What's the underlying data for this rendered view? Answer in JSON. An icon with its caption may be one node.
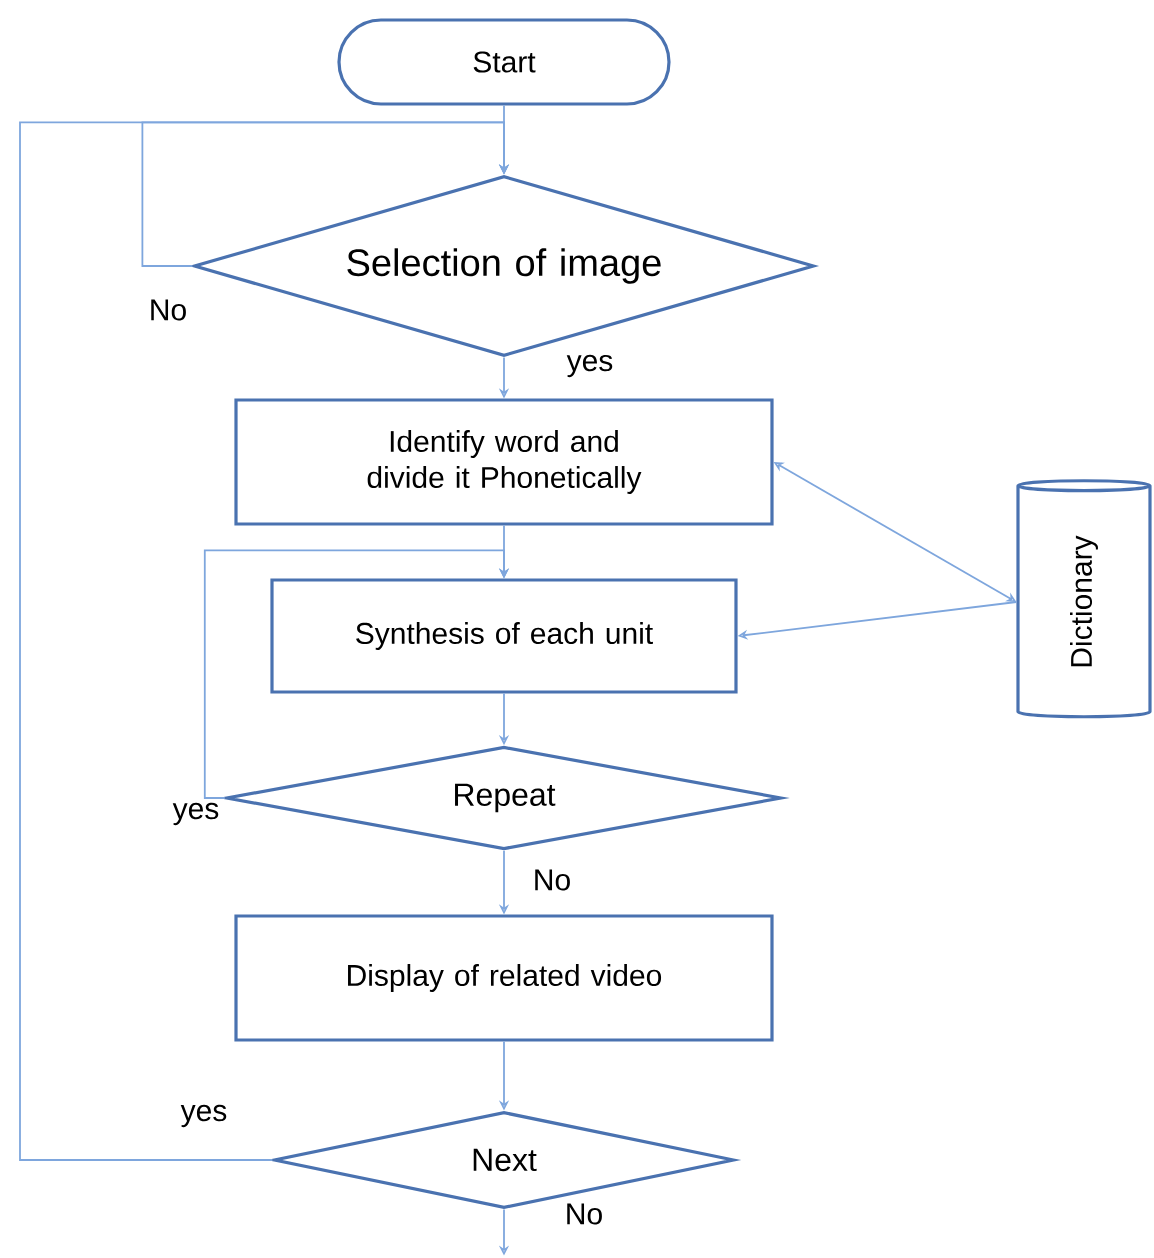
{
  "diagram": {
    "nodes": [
      {
        "text": [
          "Start"
        ]
      },
      {
        "text": [
          "Selection of image"
        ]
      },
      {
        "text": [
          "Identify word and divide it Phonetically"
        ]
      },
      {
        "text": [
          "Synthesis of each unit"
        ]
      },
      {
        "text": [
          "Repeat"
        ]
      },
      {
        "text": [
          "Display of related video"
        ]
      },
      {
        "text": [
          "Next"
        ]
      },
      {
        "text": [
          "Dictionary"
        ]
      }
    ],
    "edges": [
      {
        "from": 0,
        "to": 1,
        "arrow": "to"
      },
      {
        "from": 1,
        "to": 1,
        "arrow": "to",
        "label": "No"
      },
      {
        "from": 1,
        "to": 2,
        "arrow": "to",
        "label": "yes"
      },
      {
        "from": 2,
        "to": 3,
        "arrow": "to"
      },
      {
        "from": 7,
        "to": 2,
        "arrow": "both"
      },
      {
        "from": 7,
        "to": 3,
        "arrow": "to"
      },
      {
        "from": 3,
        "to": 4,
        "arrow": "to"
      },
      {
        "from": 4,
        "to": 3,
        "arrow": "to",
        "label": "yes"
      },
      {
        "from": 4,
        "to": 5,
        "arrow": "to",
        "label": "No"
      },
      {
        "from": 5,
        "to": 6,
        "arrow": "to"
      },
      {
        "from": 6,
        "to": 1,
        "arrow": "to",
        "label": "yes"
      },
      {
        "from": 6,
        "to": null,
        "arrow": "to",
        "label": "No"
      }
    ]
  }
}
